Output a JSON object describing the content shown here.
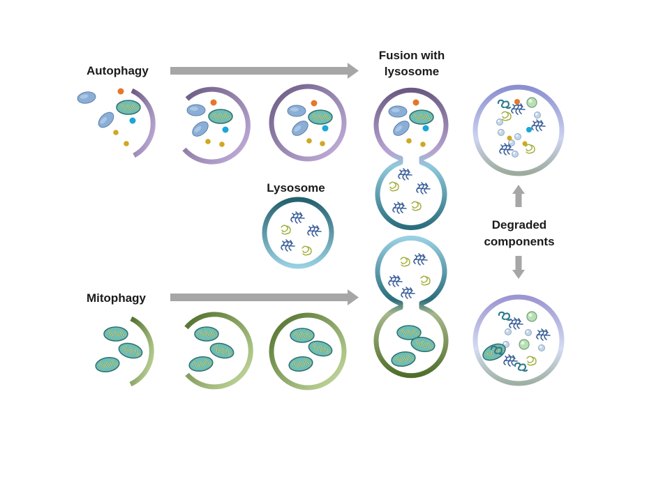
{
  "labels": {
    "autophagy": "Autophagy",
    "mitophagy": "Mitophagy",
    "fusion_line1": "Fusion with",
    "fusion_line2": "lysosome",
    "lysosome": "Lysosome",
    "degraded_line1": "Degraded",
    "degraded_line2": "components"
  },
  "colors": {
    "autophagy_membrane_dark": "#6a5a82",
    "autophagy_membrane_light": "#b7a3d1",
    "mitophagy_membrane_dark": "#4f6e2a",
    "mitophagy_membrane_light": "#c3da9b",
    "lysosome_dark": "#24606e",
    "lysosome_light": "#8fc9db",
    "arrow": "#a6a6a6",
    "mitochondrion_fill": "#6fbdb5",
    "mitochondrion_cristae": "#e6e27a",
    "vesicle": "#8aaed6",
    "dot_orange": "#e5772b",
    "dot_cyan": "#1aa7d8",
    "dot_yellow": "#cfa823",
    "enzyme_blue": "#3b5f98",
    "enzyme_green": "#a2ad3a"
  },
  "icons": [
    "arrow-right-icon",
    "arrow-up-icon",
    "arrow-down-icon",
    "mitochondrion-icon",
    "vesicle-icon",
    "enzyme-icon"
  ]
}
